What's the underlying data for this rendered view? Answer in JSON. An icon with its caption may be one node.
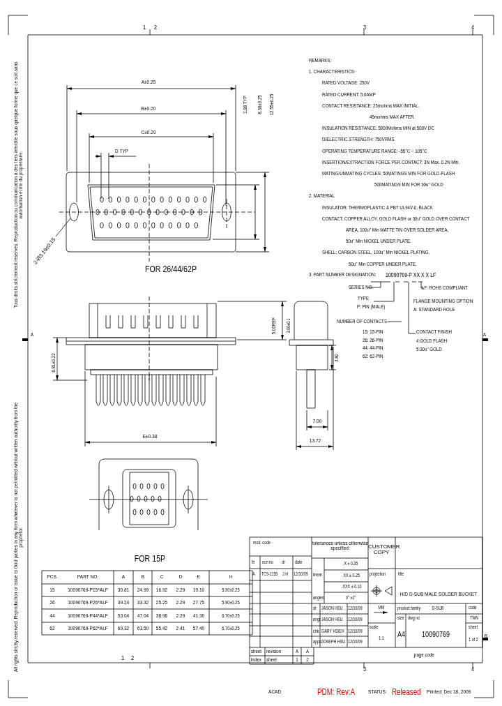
{
  "diagram": {
    "nodes": [
      {
        "text": [
          "2-Ø3.10±0.15"
        ]
      },
      {
        "text": [],
        "shape": "circle"
      }
    ],
    "edges": [
      {
        "from": 0,
        "to": 1,
        "arrow": "none"
      }
    ],
    "labels": [
      "1",
      "2",
      "3",
      "4",
      "A",
      "Tous droits strictement réservés. Reproduction ou communication à des tiers interdite sous quelque forme que ce soit sans autorisation écrite du propriétaire.",
      "All rights strictly reserved. Reproduction or issue to third parties in any form whatever is not permitted without written authority from the proprietor.",
      "REMARKS:",
      "1. CHARACTERISTICS:",
      "RATED VOLTAGE: 250V",
      "RATED CURRENT: 5.0AMP",
      "CONTACT RESISTANCE: 25mohms MAX INITIAL.",
      "45mohms MAX AFTER.",
      "INSULATION RESISTANCE: 5000Mohms MIN at 500V DC",
      "DIELECTRIC STRENGTH: 750VRMS",
      "OPERATING TEMPERATURE RANGE: -55°C ~ 105°C",
      "INSERTION/EXTRACTION FORCE PER CONTACT: 3N Max. 0.2N Min.",
      "MATING/UNMATING CYCLES: 50MATINGS MIN FOR GOLD-FLASH",
      "500MATINGS MIN FOR 30u\" GOLD",
      "2. MATERIAL",
      "INSULATOR: THERMOPLASTIC & PBT UL94V-0, BLACK",
      "CONTACT: COPPER ALLOY, GOLD FLASH or 30u\" GOLD OVER CONTACT",
      "AREA, 100u\" Min MATTE TIN OVER SOLDER AREA,",
      "50u\" Min NICKEL UNDER PLATE.",
      "SHELL: CARBON STEEL, 100u\" Min NICKEL PLATING,",
      "50u\" Min COPPER UNDER PLATE.",
      "3. PART NUMBER DESIGNATION:",
      "10090769-P XX X X LF",
      "A",
      "SERIES NO.",
      "LF: ROHS COMPLIANT",
      "FLANGE MOUNTING OPTION",
      "TYPE",
      "P: PIN (MALE)",
      "A: STANDARD HOLE",
      "NUMBER OF CONTACTS",
      "15: 15-PIN",
      "CONTACT FINISH",
      "26: 26-PIN",
      "4:GOLD FLASH",
      "44: 44-PIN",
      "5:30u\" GOLD",
      "62: 62-PIN",
      "A±0.25",
      "B±0.20",
      "1.98 TYP",
      "8.36±0.25",
      "12.55±0.25",
      "C±0.20",
      "D TYP",
      "FOR 26/44/62P",
      "6.81±0.22",
      "5.00REF",
      "3.00±0.1",
      "4.80",
      "7.00",
      "E±0.38",
      "13.72",
      "FOR 15P",
      "mod. code",
      "tolerances unless otherwise specified:",
      "CUSTOMER COPY",
      "ltr",
      "ecn no",
      "dr",
      "date",
      ".X ± 0.35",
      "A",
      "TC9-1155",
      "J.H",
      "12/10/09",
      "linear",
      ".XX ± 0.25",
      "projection",
      "title",
      ".XXX ± 0.10",
      "H/D D-SUB MALE SOLDER BUCKET",
      "angles",
      "0° ±2°",
      "dr",
      "JASON HSU",
      "12/10/09",
      "MM",
      "product family",
      "D-SUB",
      "code",
      "engr",
      "JASON HSU",
      "12/10/09",
      "size",
      "dwg no",
      "TWN",
      "chk",
      "GARY HSIEH",
      "12/10/09",
      "scale",
      "A4",
      "10090769",
      "sheet",
      "appd",
      "JOSEPH HSU",
      "12/10/09",
      "1:1",
      "1 of 2",
      "PCS.",
      "PART NO.",
      "A",
      "B",
      "C",
      "D",
      "E",
      "H",
      "15",
      "10090769-P15*ALF",
      "30.81",
      "24.99",
      "16.92",
      "2.29",
      "19.10",
      "5.90±0.25",
      "26",
      "10090769-P26*ALF",
      "39.24",
      "33.32",
      "25.25",
      "2.29",
      "27.75",
      "5.90±0.25",
      "44",
      "10090769-P44*ALF",
      "53.04",
      "47.04",
      "38.96",
      "2.29",
      "41.30",
      "6.70±0.25",
      "62",
      "10090769-P62*ALF",
      "69.32",
      "63.50",
      "55.42",
      "2.41",
      "57.40",
      "6.70±0.25",
      "sheet",
      "revision",
      "A",
      "A",
      "B",
      "index",
      "sheet",
      "1",
      "2",
      "page code",
      "1",
      "2",
      "3",
      "4",
      "ACAD",
      "PDM: Rev:A",
      "STATUS:",
      "Released",
      "Printed: Dec 18, 2009"
    ]
  }
}
